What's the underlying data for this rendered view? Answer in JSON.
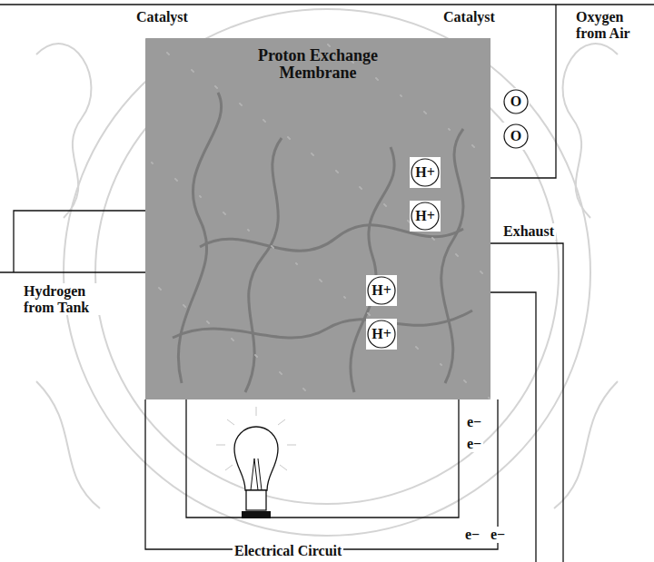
{
  "diagram": {
    "nodes": [
      {
        "text": [
          "Proton Exchange Membrane"
        ]
      },
      {
        "text": [
          "O"
        ]
      },
      {
        "text": [
          "O"
        ]
      },
      {
        "text": [
          "H+"
        ],
        "in": 0
      },
      {
        "text": [
          "H+"
        ],
        "in": 0
      },
      {
        "text": [
          "H+"
        ],
        "in": 0
      },
      {
        "text": [
          "H+"
        ],
        "in": 0
      }
    ],
    "labels": [
      "Catalyst",
      "Catalyst",
      "Oxygen from Air",
      "Hydrogen from Tank",
      "Exhaust",
      "e−",
      "e−",
      "e−",
      "e−",
      "Electrical Circuit"
    ]
  }
}
